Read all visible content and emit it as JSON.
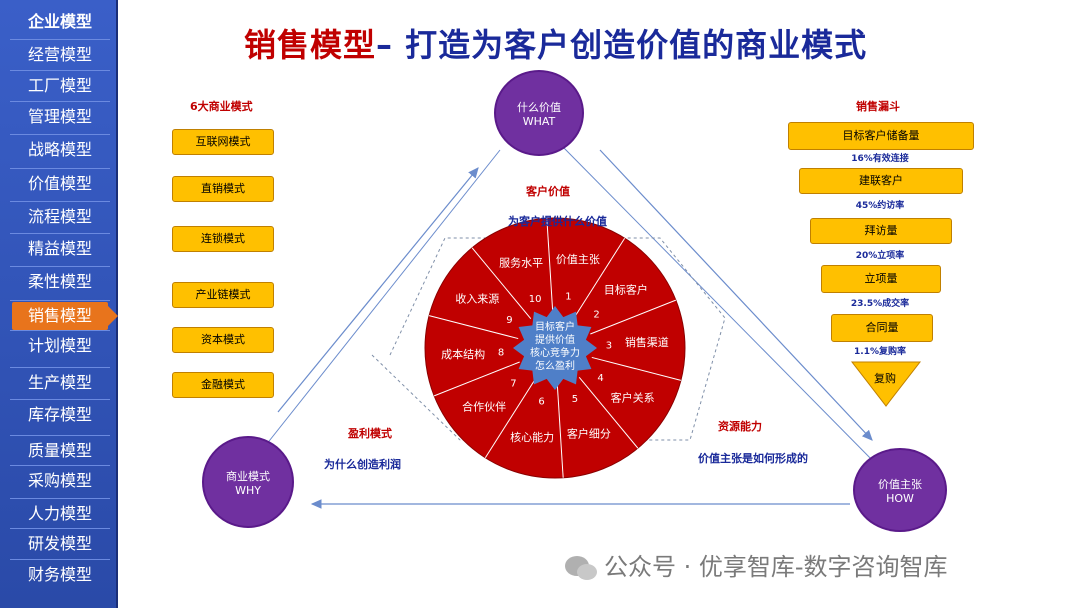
{
  "sidebar": {
    "items": [
      {
        "label": "企业模型"
      },
      {
        "label": "经营模型"
      },
      {
        "label": "工厂模型"
      },
      {
        "label": "管理模型"
      },
      {
        "label": "战略模型"
      },
      {
        "label": "价值模型"
      },
      {
        "label": "流程模型"
      },
      {
        "label": "精益模型"
      },
      {
        "label": "柔性模型"
      },
      {
        "label": "销售模型"
      },
      {
        "label": "计划模型"
      },
      {
        "label": "生产模型"
      },
      {
        "label": "库存模型"
      },
      {
        "label": "质量模型"
      },
      {
        "label": "采购模型"
      },
      {
        "label": "人力模型"
      },
      {
        "label": "研发模型"
      },
      {
        "label": "财务模型"
      }
    ],
    "active_index": 9
  },
  "title": {
    "part1": "销售模型",
    "part2": "– 打造为客户创造价值的商业模式"
  },
  "left": {
    "heading": "6大商业模式",
    "boxes": [
      "互联网模式",
      "直销模式",
      "连锁模式",
      "产业链模式",
      "资本模式",
      "金融模式"
    ]
  },
  "funnel": {
    "heading": "销售漏斗",
    "stages": [
      "目标客户储备量",
      "建联客户",
      "拜访量",
      "立项量",
      "合同量",
      "复购"
    ],
    "rates": [
      "16%有效连接",
      "45%约访率",
      "20%立项率",
      "23.5%成交率",
      "1.1%复购率"
    ]
  },
  "nodes": {
    "what": {
      "line1": "什么价值",
      "line2": "WHAT"
    },
    "why": {
      "line1": "商业模式",
      "line2": "WHY"
    },
    "how": {
      "line1": "价值主张",
      "line2": "HOW"
    }
  },
  "edges": {
    "top_title": "客户价值",
    "top_sub": "为客户提供什么价值",
    "left_title": "盈利模式",
    "left_sub": "为什么创造利润",
    "right_title": "资源能力",
    "right_sub": "价值主张是如何形成的"
  },
  "wheel": {
    "center": [
      "目标客户",
      "提供价值",
      "核心竞争力",
      "怎么盈利"
    ],
    "segments": [
      {
        "num": "1",
        "label": "价值主张"
      },
      {
        "num": "2",
        "label": "目标客户"
      },
      {
        "num": "3",
        "label": "销售渠道"
      },
      {
        "num": "4",
        "label": "客户关系"
      },
      {
        "num": "5",
        "label": "客户细分"
      },
      {
        "num": "6",
        "label": "核心能力"
      },
      {
        "num": "7",
        "label": "合作伙伴"
      },
      {
        "num": "8",
        "label": "成本结构"
      },
      {
        "num": "9",
        "label": "收入来源"
      },
      {
        "num": "10",
        "label": "服务水平"
      }
    ]
  },
  "watermark": "公众号 · 优享智库-数字咨询智库",
  "colors": {
    "wheel": "#c00000",
    "center": "#4f7fc8",
    "node": "#7030a0",
    "box": "#ffc000",
    "sidebar": "#2f52b8",
    "active": "#e8741c"
  }
}
